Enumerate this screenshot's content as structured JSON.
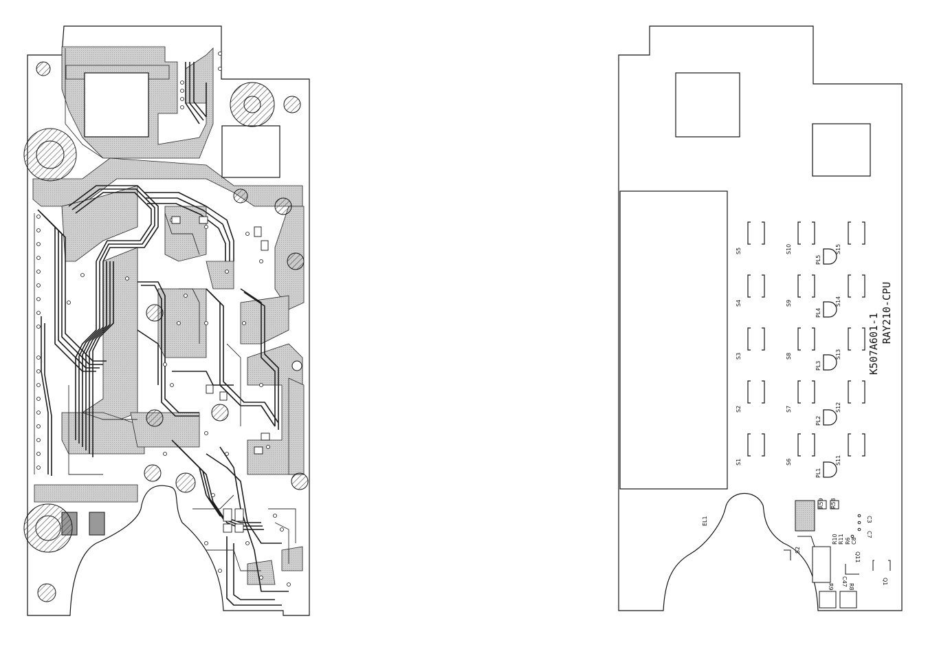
{
  "board_left": {
    "title": ""
  },
  "board_right": {
    "marking_line1": "K507A601-1",
    "marking_line2": "RAY210-CPU",
    "switch_labels": [
      "S1",
      "S2",
      "S3",
      "S4",
      "S5",
      "S6",
      "S7",
      "S8",
      "S9",
      "S10",
      "S11",
      "S12",
      "S13",
      "S14",
      "S15"
    ],
    "led_labels": [
      "PL1",
      "PL2",
      "PL3",
      "PL4",
      "PL5"
    ],
    "ref_labels": {
      "el1": "EL1",
      "s2": "S2",
      "r10": "R10",
      "r11": "R11",
      "r6": "R6",
      "c8": "C8",
      "c7": "C7",
      "c3": "C3",
      "r59": "R59",
      "r58": "R58",
      "r9": "R9",
      "r8": "R8",
      "c47": "C47",
      "q11": "Q11",
      "q1": "Q1"
    }
  },
  "colors": {
    "outline": "#111111",
    "copper_fill": "#c9c9c9",
    "trace": "#1a1a1a",
    "hatch": "#444444",
    "background": "#ffffff"
  }
}
